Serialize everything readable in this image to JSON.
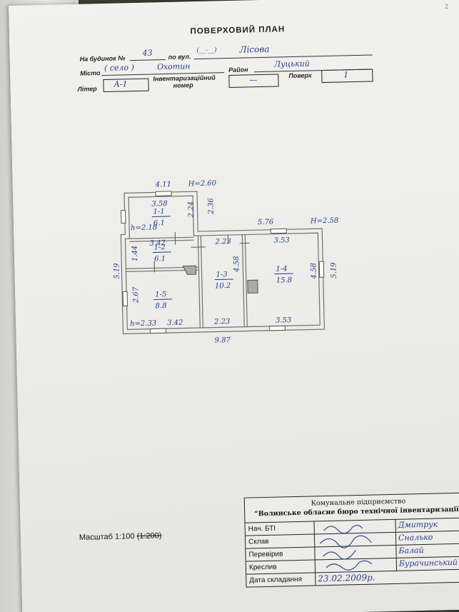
{
  "sheet": {
    "corner_number": "2",
    "title": "ПОВЕРХОВИЙ ПЛАН",
    "house_label": "На будинок №",
    "house_number": "43",
    "street_label": "по вул.",
    "street_prefix": "(__-__)",
    "street_name": "Лісова",
    "city_label": "Місто",
    "city_value": "( село )",
    "village_name": "Охотин",
    "district_label": "Район",
    "district_value": "Луцький",
    "liter_label": "Літер",
    "liter_value": "А-1",
    "inventory_label_line1": "Інвентаризаційний",
    "inventory_label_line2": "номер",
    "inventory_value": "—",
    "floor_label": "Поверх",
    "floor_value": "1"
  },
  "plan": {
    "dims": {
      "top_width": "4.11",
      "top_height": "H=2.60",
      "r11_inner_width": "3.58",
      "r11_side_a": "2.24",
      "r11_side_b": "2.36",
      "h_left": "h=2.18",
      "right_width": "5.76",
      "right_height": "H=2.58",
      "r12_width": "3.42",
      "r12_depth": "1.44",
      "r13_width": "2.23",
      "r14_width": "3.53",
      "left_total": "5.19",
      "r13_depth": "4.58",
      "r14_depth": "4.58",
      "right_total": "5.19",
      "r15_depth": "2.67",
      "bottom_h": "h=2.33",
      "bottom_r15": "3.42",
      "bottom_r13": "2.23",
      "bottom_r14": "3.53",
      "total_width": "9.87"
    },
    "rooms": [
      {
        "id": "1-1",
        "area": "6.1"
      },
      {
        "id": "1-2",
        "area": "6.1"
      },
      {
        "id": "1-3",
        "area": "10.2"
      },
      {
        "id": "1-4",
        "area": "15.8"
      },
      {
        "id": "1-5",
        "area": "8.8"
      }
    ]
  },
  "scale": {
    "label": "Масштаб 1:100",
    "struck": "(1:200)"
  },
  "stamp": {
    "org_line1": "Комунальне підприємство",
    "org_line2": "“Волинське обласне бюро технічної інвентаризації”",
    "rows": [
      {
        "label": "Нач. БТІ",
        "name": "Дмитрук"
      },
      {
        "label": "Склав",
        "name": "Сналько"
      },
      {
        "label": "Перевірив",
        "name": "Балай"
      },
      {
        "label": "Креслив",
        "name": "Бурачинський"
      },
      {
        "label": "Дата складання",
        "date": "23.02.2009р."
      }
    ]
  },
  "colors": {
    "ink_blue": "#2a3d8a",
    "wall": "#8a8a88"
  }
}
